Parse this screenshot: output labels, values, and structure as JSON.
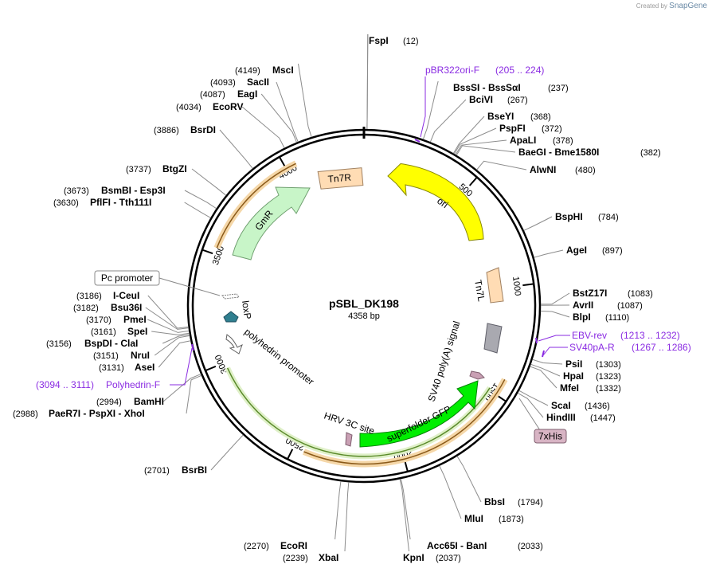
{
  "credit": {
    "prefix": "Created by",
    "brand": "SnapGene"
  },
  "plasmid": {
    "name": "pSBL_DK198",
    "length_label": "4358 bp",
    "length": 4358
  },
  "ticks": [
    {
      "pos": 500,
      "label": "500"
    },
    {
      "pos": 1000,
      "label": "1000"
    },
    {
      "pos": 1500,
      "label": "1500"
    },
    {
      "pos": 2000,
      "label": "2000"
    },
    {
      "pos": 2500,
      "label": "2500"
    },
    {
      "pos": 3000,
      "label": "3000"
    },
    {
      "pos": 3500,
      "label": "3500"
    },
    {
      "pos": 4000,
      "label": "4000"
    }
  ],
  "sites": [
    {
      "name": "FspI",
      "pos": "(12)",
      "loc": 12
    },
    {
      "name": "BssSI  -  BssSαI",
      "pos": "(237)",
      "loc": 237
    },
    {
      "name": "BciVI",
      "pos": "(267)",
      "loc": 267
    },
    {
      "name": "BseYI",
      "pos": "(368)",
      "loc": 368
    },
    {
      "name": "PspFI",
      "pos": "(372)",
      "loc": 372
    },
    {
      "name": "ApaLI",
      "pos": "(378)",
      "loc": 378
    },
    {
      "name": "BaeGI  -  Bme1580I",
      "pos": "(382)",
      "loc": 382
    },
    {
      "name": "AlwNI",
      "pos": "(480)",
      "loc": 480
    },
    {
      "name": "BspHI",
      "pos": "(784)",
      "loc": 784
    },
    {
      "name": "AgeI",
      "pos": "(897)",
      "loc": 897
    },
    {
      "name": "BstZ17I",
      "pos": "(1083)",
      "loc": 1083
    },
    {
      "name": "AvrII",
      "pos": "(1087)",
      "loc": 1087
    },
    {
      "name": "BlpI",
      "pos": "(1110)",
      "loc": 1110
    },
    {
      "name": "PsiI",
      "pos": "(1303)",
      "loc": 1303
    },
    {
      "name": "HpaI",
      "pos": "(1323)",
      "loc": 1323
    },
    {
      "name": "MfeI",
      "pos": "(1332)",
      "loc": 1332
    },
    {
      "name": "ScaI",
      "pos": "(1436)",
      "loc": 1436
    },
    {
      "name": "HindIII",
      "pos": "(1447)",
      "loc": 1447
    },
    {
      "name": "BbsI",
      "pos": "(1794)",
      "loc": 1794
    },
    {
      "name": "MluI",
      "pos": "(1873)",
      "loc": 1873
    },
    {
      "name": "Acc65I  -  BanI",
      "pos": "(2033)",
      "loc": 2033
    },
    {
      "name": "KpnI",
      "pos": "(2037)",
      "loc": 2037
    },
    {
      "name": "EcoRI",
      "pos": "(2270)",
      "loc": 2270
    },
    {
      "name": "XbaI",
      "pos": "(2239)",
      "loc": 2239
    },
    {
      "name": "BsrBI",
      "pos": "(2701)",
      "loc": 2701
    },
    {
      "name": "PaeR7I  -  PspXI  -  XhoI",
      "pos": "(2988)",
      "loc": 2988
    },
    {
      "name": "BamHI",
      "pos": "(2994)",
      "loc": 2994
    },
    {
      "name": "AseI",
      "pos": "(3131)",
      "loc": 3131
    },
    {
      "name": "NruI",
      "pos": "(3151)",
      "loc": 3151
    },
    {
      "name": "BspDI  -  ClaI",
      "pos": "(3156)",
      "loc": 3156
    },
    {
      "name": "SpeI",
      "pos": "(3161)",
      "loc": 3161
    },
    {
      "name": "PmeI",
      "pos": "(3170)",
      "loc": 3170
    },
    {
      "name": "Bsu36I",
      "pos": "(3182)",
      "loc": 3182
    },
    {
      "name": "I-CeuI",
      "pos": "(3186)",
      "loc": 3186
    },
    {
      "name": "PflFI  -  Tth111I",
      "pos": "(3630)",
      "loc": 3630
    },
    {
      "name": "BsmBI  -  Esp3I",
      "pos": "(3673)",
      "loc": 3673
    },
    {
      "name": "BtgZI",
      "pos": "(3737)",
      "loc": 3737
    },
    {
      "name": "BsrDI",
      "pos": "(3886)",
      "loc": 3886
    },
    {
      "name": "EcoRV",
      "pos": "(4034)",
      "loc": 4034
    },
    {
      "name": "EagI",
      "pos": "(4087)",
      "loc": 4087
    },
    {
      "name": "SacII",
      "pos": "(4093)",
      "loc": 4093
    },
    {
      "name": "MscI",
      "pos": "(4149)",
      "loc": 4149
    }
  ],
  "primers": [
    {
      "name": "pBR322ori-F",
      "range": "(205 .. 224)",
      "loc": 214
    },
    {
      "name": "EBV-rev",
      "range": "(1213 .. 1232)",
      "loc": 1222
    },
    {
      "name": "SV40pA-R",
      "range": "(1267 .. 1286)",
      "loc": 1276
    },
    {
      "name": "Polyhedrin-F",
      "range": "(3094 .. 3111)",
      "loc": 3102
    }
  ],
  "features": [
    {
      "name": "ori",
      "color": "#ffff00",
      "stroke": "#888800"
    },
    {
      "name": "Tn7L",
      "color": "#ffdcb4",
      "stroke": "#a08060"
    },
    {
      "name": "SV40 poly(A) signal",
      "color": "#c9a0b4",
      "stroke": "#806070"
    },
    {
      "name": "superfolder GFP",
      "color": "#00ee00",
      "stroke": "#008000"
    },
    {
      "name": "HRV 3C site",
      "color": "#c9a0b4",
      "stroke": "#806070"
    },
    {
      "name": "polyhedrin promoter",
      "color": "#ffffff",
      "stroke": "#606060"
    },
    {
      "name": "loxP",
      "color": "#2f7f8f",
      "stroke": "#1f4f5f"
    },
    {
      "name": "Pc promoter",
      "color": "#ffffff",
      "stroke": "#808080"
    },
    {
      "name": "GmR",
      "color": "#c8f5c8",
      "stroke": "#70a070"
    },
    {
      "name": "Tn7R",
      "color": "#ffdcb4",
      "stroke": "#a08060"
    },
    {
      "name": "7xHis",
      "color": "#d8b4c4",
      "stroke": "#806070"
    }
  ]
}
